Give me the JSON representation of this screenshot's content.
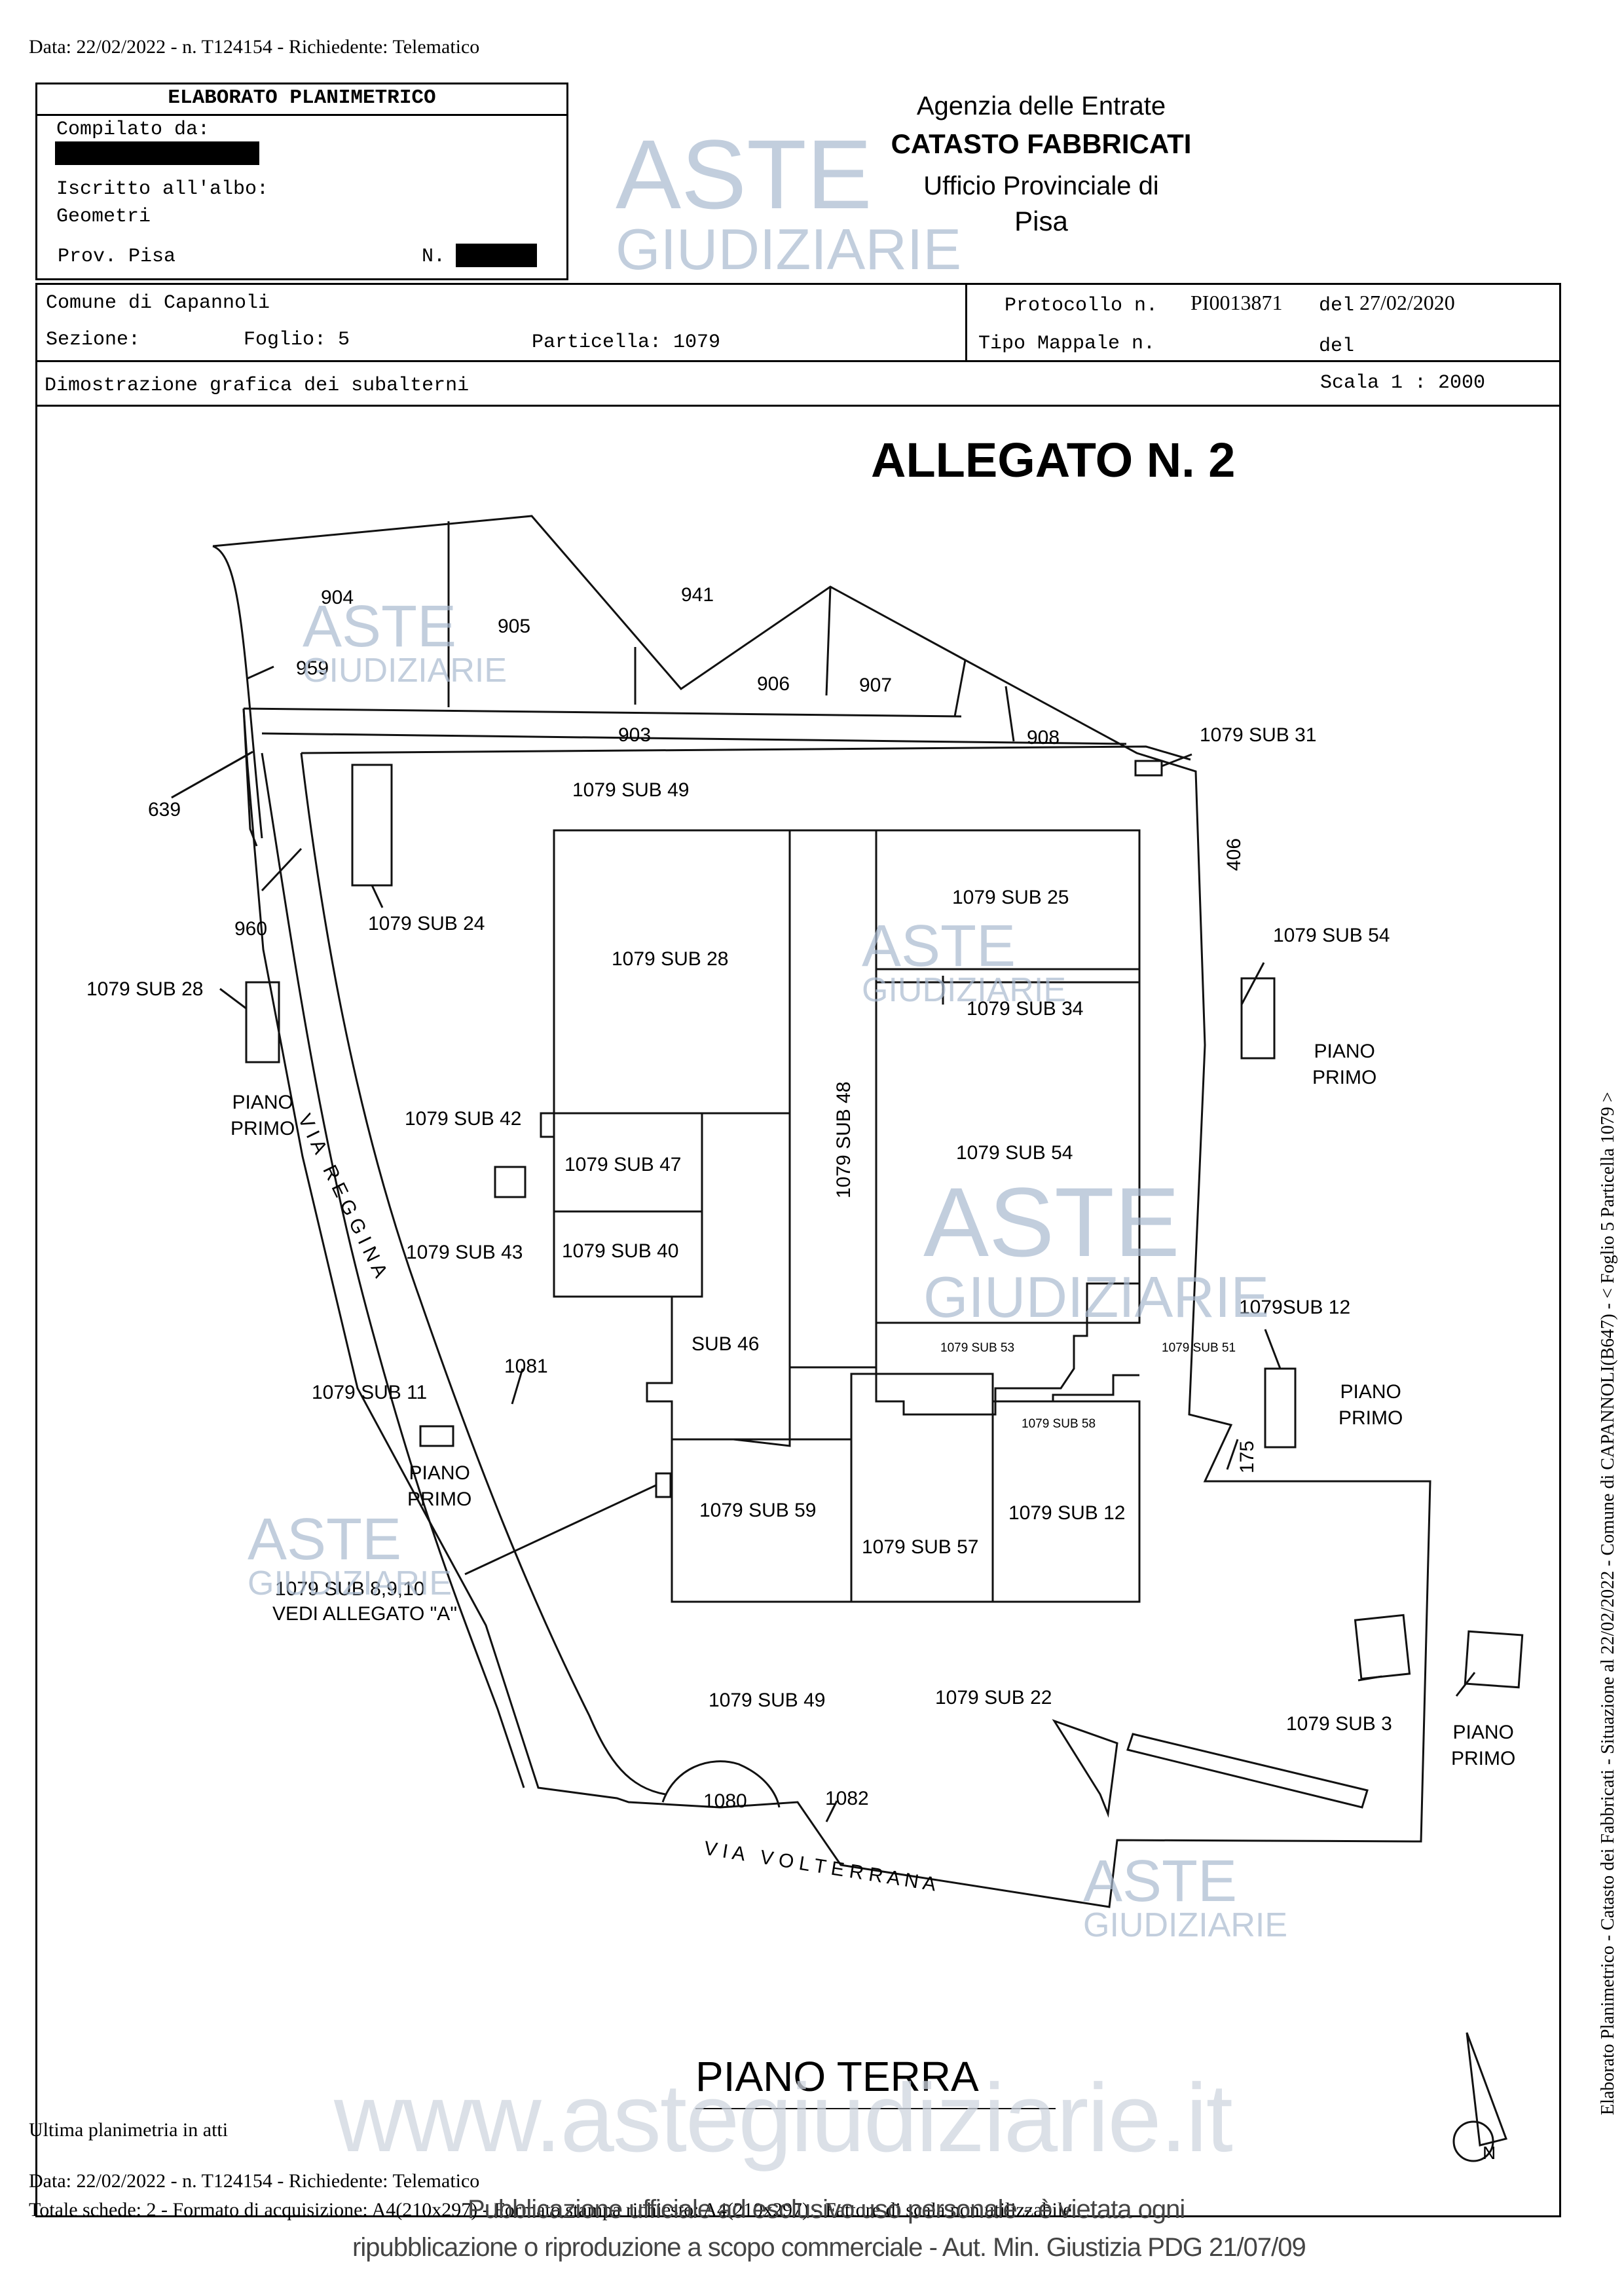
{
  "header_line": "Data: 22/02/2022 - n. T124154 - Richiedente: Telematico",
  "form": {
    "title": "ELABORATO PLANIMETRICO",
    "compilato_label": "Compilato da:",
    "iscritto_label": "Iscritto all'albo:",
    "albo_value": "Geometri",
    "prov_label": "Prov. Pisa",
    "n_label": "N."
  },
  "agency": {
    "line1": "Agenzia delle Entrate",
    "line2": "CATASTO FABBRICATI",
    "line3": "Ufficio Provinciale di",
    "line4": "Pisa"
  },
  "cadastre": {
    "comune": "Comune di Capannoli",
    "sezione_label": "Sezione:",
    "foglio": "Foglio: 5",
    "particella": "Particella: 1079",
    "protocollo_label": "Protocollo n.",
    "protocollo_value": "PI0013871",
    "del_label": "del",
    "protocollo_date": "27/02/2020",
    "tipo_mappale_label": "Tipo Mappale n.",
    "del2_label": "del",
    "dimostrazione": "Dimostrazione grafica dei subalterni",
    "scala": "Scala 1 : 2000"
  },
  "plan": {
    "title": "ALLEGATO N. 2",
    "floor_label": "PIANO TERRA",
    "street_reggina": "V I A   R E G G I N A",
    "street_volterrana": "V I A   V O L T E R R A N A",
    "parcels": {
      "p904": "904",
      "p905": "905",
      "p941": "941",
      "p959": "959",
      "p906": "906",
      "p907": "907",
      "p903": "903",
      "p908": "908",
      "p639": "639",
      "p960": "960",
      "p406": "406",
      "p1081": "1081",
      "p175": "175",
      "p1080": "1080",
      "p1082": "1082"
    },
    "subs": {
      "sub31": "1079 SUB 31",
      "sub49_top": "1079 SUB 49",
      "sub24": "1079 SUB 24",
      "sub25": "1079 SUB 25",
      "sub54_right": "1079 SUB 54",
      "sub28_left": "1079 SUB 28",
      "sub28": "1079 SUB 28",
      "sub34": "1079 SUB 34",
      "sub42": "1079 SUB 42",
      "sub47": "1079 SUB 47",
      "sub48": "1079 SUB 48",
      "sub54": "1079 SUB 54",
      "sub43": "1079 SUB 43",
      "sub40": "1079 SUB 40",
      "sub12_right": "1079SUB 12",
      "sub46": "SUB 46",
      "sub53": "1079 SUB 53",
      "sub51": "1079 SUB 51",
      "sub11": "1079 SUB 11",
      "sub58": "1079 SUB 58",
      "sub59": "1079 SUB 59",
      "sub57": "1079 SUB 57",
      "sub12": "1079 SUB 12",
      "sub8910": "1079 SUB 8,9,10",
      "vedi": "VEDI ALLEGATO \"A\"",
      "sub49_bottom": "1079 SUB 49",
      "sub22": "1079 SUB 22",
      "sub3": "1079 SUB 3"
    },
    "piano_primo_line1": "PIANO",
    "piano_primo_line2": "PRIMO",
    "north": "N"
  },
  "watermark": {
    "brand_top": "ASTE",
    "brand_bottom": "GIUDIZIARIE",
    "website": "www.astegiudiziarie.it",
    "notice_line1": "Pubblicazione ufficiale ad esclusivo uso personale - è vietata ogni",
    "notice_line2": "ripubblicazione o riproduzione a scopo commerciale - Aut. Min. Giustizia PDG 21/07/09"
  },
  "side_text": "Elaborato Planimetrico - Catasto dei Fabbricati - Situazione al 22/02/2022 - Comune di CAPANNOLI(B647) - < Foglio 5 Particella 1079 >",
  "footer": {
    "ultima": "Ultima planimetria in atti",
    "data_line": "Data: 22/02/2022 - n. T124154 - Richiedente: Telematico",
    "totale": "Totale schede: 2 - Formato di acquisizione: A4(210x297) - Formato stampa richiesto: A4(210x297) - Fattore di scala non utilizzabile"
  }
}
